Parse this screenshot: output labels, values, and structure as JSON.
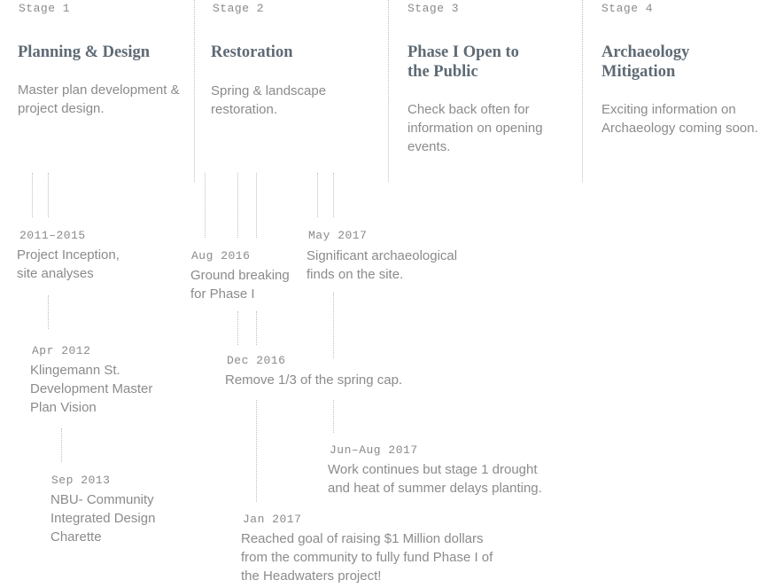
{
  "stages": [
    {
      "label": "Stage 1",
      "title": "Planning & Design",
      "description": "Master plan development & project design."
    },
    {
      "label": "Stage 2",
      "title": "Restoration",
      "description": "Spring & landscape restoration."
    },
    {
      "label": "Stage 3",
      "title": "Phase I Open to the Public",
      "description": "Check back often for information on opening events."
    },
    {
      "label": "Stage 4",
      "title": "Archaeology Mitigation",
      "description": "Exciting information on Archaeology coming soon."
    }
  ],
  "events": [
    {
      "date": "2011–2015",
      "text": "Project Inception, site analyses"
    },
    {
      "date": "Apr 2012",
      "text": "Klingemann St. Development Master Plan Vision"
    },
    {
      "date": "Sep 2013",
      "text": "NBU- Community Integrated Design Charette"
    },
    {
      "date": "Aug 2016",
      "text": "Ground breaking for Phase I"
    },
    {
      "date": "Dec 2016",
      "text": "Remove 1/3 of the spring cap."
    },
    {
      "date": "Jan 2017",
      "text": "Reached goal of raising $1 Million dollars from the community to fully fund Phase I of the Headwaters project!"
    },
    {
      "date": "May 2017",
      "text": "Significant archaeological finds on the site."
    },
    {
      "date": "Jun–Aug 2017",
      "text": "Work continues but stage 1 drought and heat of summer delays planting."
    }
  ],
  "colors": {
    "title": "#5e6a74",
    "text": "#8b8b8b",
    "line": "#bdbdbd"
  }
}
